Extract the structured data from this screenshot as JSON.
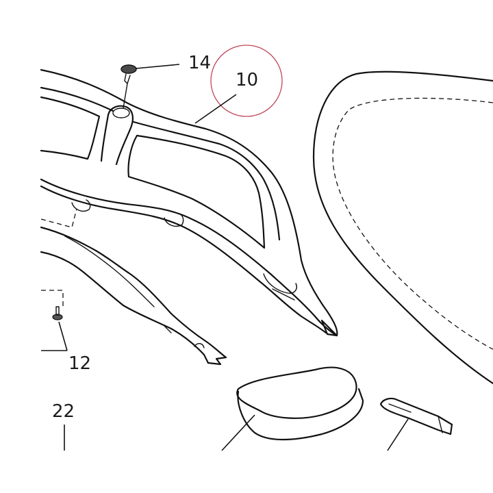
{
  "callouts": {
    "part_10": "10",
    "part_12": "12",
    "part_14": "14",
    "part_22": "22"
  },
  "colors": {
    "line": "#111111",
    "highlight_circle": "#c0455a",
    "background": "#ffffff"
  }
}
